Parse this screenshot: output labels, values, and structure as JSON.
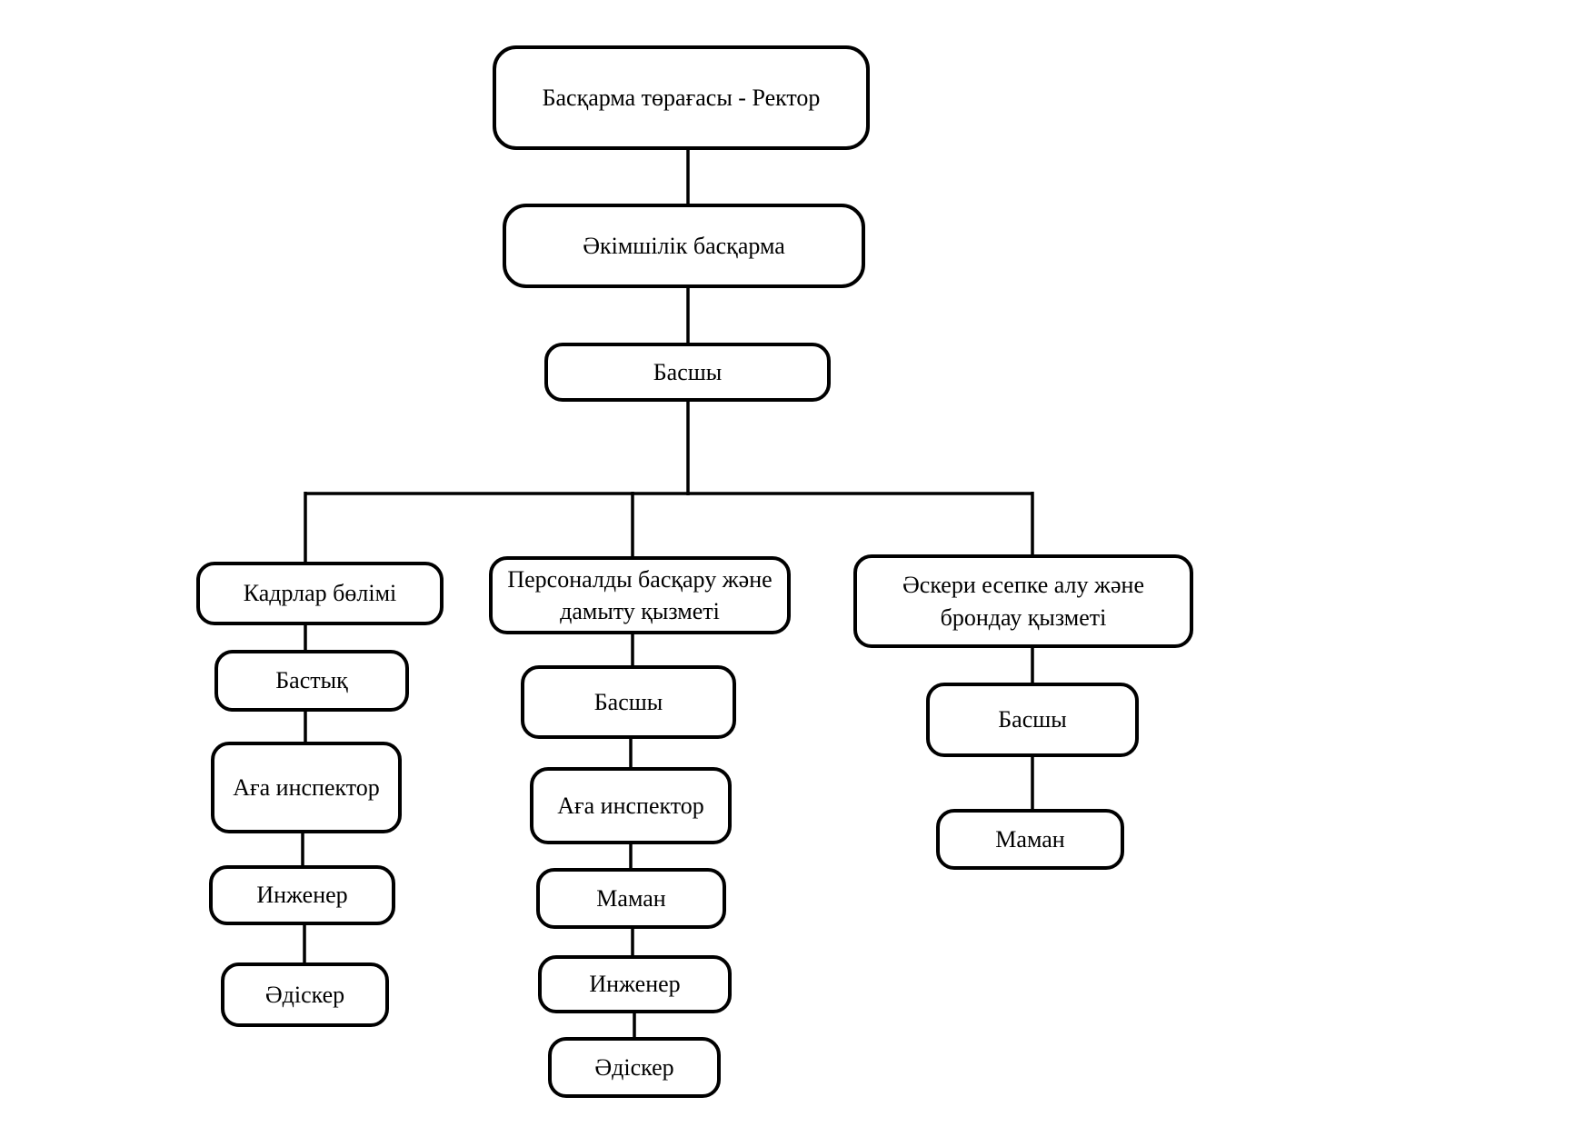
{
  "diagram": {
    "type": "org-chart",
    "language": "kk",
    "background_color": "#ffffff",
    "box_fill_color": "#ffffff",
    "line_color": "#000000",
    "text_color": "#000000",
    "nodes": {
      "rector": {
        "label": "Басқарма төрағасы - Ректор"
      },
      "admin": {
        "label": "Әкімшілік басқарма"
      },
      "head": {
        "label": "Басшы"
      },
      "hr_dept": {
        "label": "Кадрлар бөлімі"
      },
      "hr_chief": {
        "label": "Бастық"
      },
      "hr_senior_inspector": {
        "label": "Аға инспектор"
      },
      "hr_engineer": {
        "label": "Инженер"
      },
      "hr_methodologist": {
        "label": "Әдіскер"
      },
      "pm_dept": {
        "label": "Персоналды басқару және\nдамыту қызметі"
      },
      "pm_head": {
        "label": "Басшы"
      },
      "pm_senior_inspector": {
        "label": "Аға инспектор"
      },
      "pm_specialist": {
        "label": "Маман"
      },
      "pm_engineer": {
        "label": "Инженер"
      },
      "pm_methodologist": {
        "label": "Әдіскер"
      },
      "mil_dept": {
        "label": "Әскери есепке алу және\nброндау қызметі"
      },
      "mil_head": {
        "label": "Басшы"
      },
      "mil_specialist": {
        "label": "Маман"
      }
    },
    "edges": [
      [
        "rector",
        "admin"
      ],
      [
        "admin",
        "head"
      ],
      [
        "head",
        "hr_dept"
      ],
      [
        "head",
        "pm_dept"
      ],
      [
        "head",
        "mil_dept"
      ],
      [
        "hr_dept",
        "hr_chief"
      ],
      [
        "hr_chief",
        "hr_senior_inspector"
      ],
      [
        "hr_senior_inspector",
        "hr_engineer"
      ],
      [
        "hr_engineer",
        "hr_methodologist"
      ],
      [
        "pm_dept",
        "pm_head"
      ],
      [
        "pm_head",
        "pm_senior_inspector"
      ],
      [
        "pm_senior_inspector",
        "pm_specialist"
      ],
      [
        "pm_specialist",
        "pm_engineer"
      ],
      [
        "pm_engineer",
        "pm_methodologist"
      ],
      [
        "mil_dept",
        "mil_head"
      ],
      [
        "mil_head",
        "mil_specialist"
      ]
    ]
  }
}
